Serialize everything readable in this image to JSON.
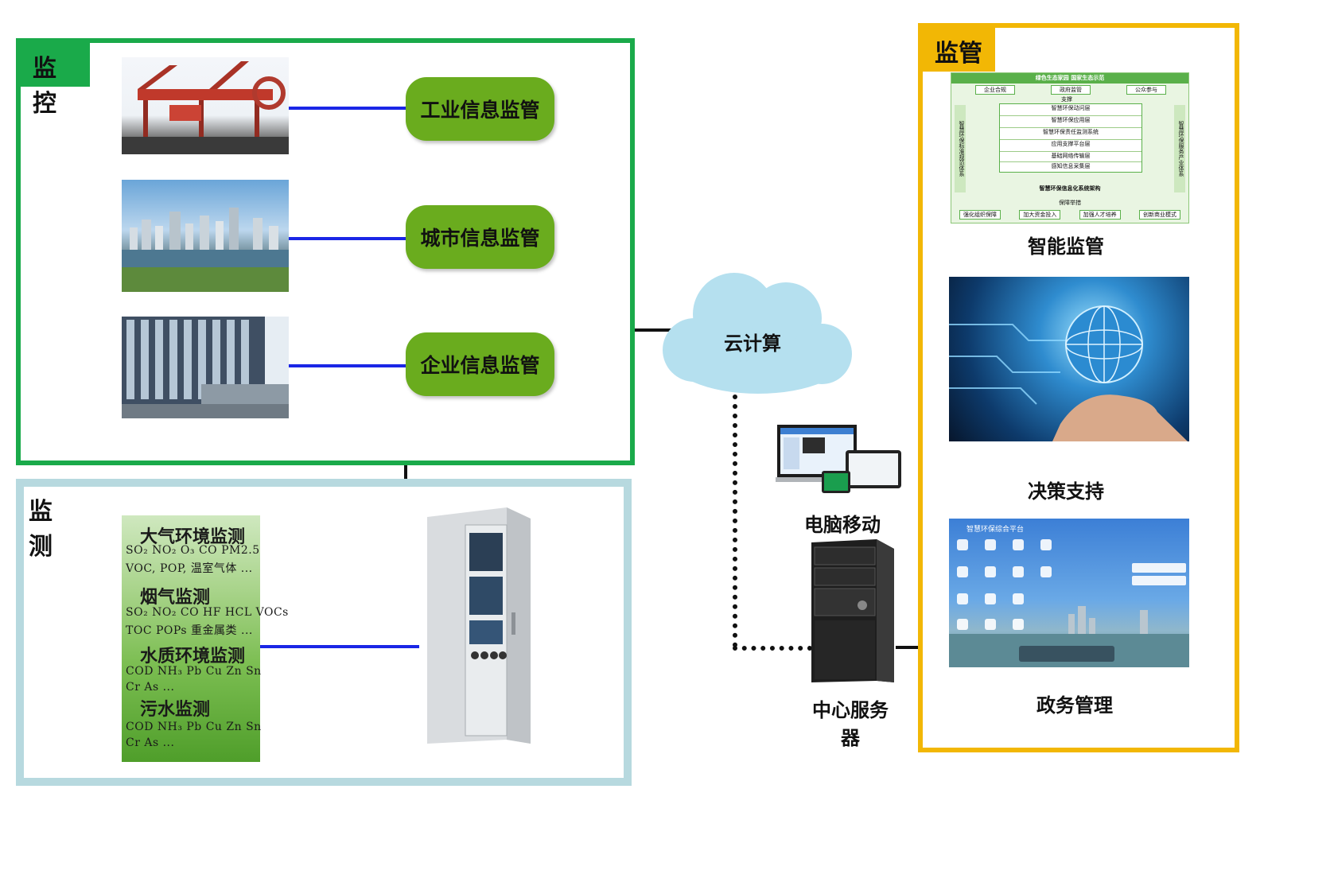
{
  "monitor_control": {
    "tag": "监控",
    "items": [
      {
        "label": "工业信息监管"
      },
      {
        "label": "城市信息监管"
      },
      {
        "label": "企业信息监管"
      }
    ]
  },
  "monitoring": {
    "tag": "监测",
    "groups": [
      {
        "title": "大气环境监测",
        "lines": [
          "SO₂ NO₂ O₃ CO  PM2.5",
          "VOC, POP, 温室气体 ..."
        ]
      },
      {
        "title": "烟气监测",
        "lines": [
          "SO₂ NO₂ CO HF HCL VOCs",
          "TOC POPs 重金属类 ..."
        ]
      },
      {
        "title": "水质环境监测",
        "lines": [
          "COD NH₃ Pb Cu Zn Sn",
          "Cr As ..."
        ]
      },
      {
        "title": "污水监测",
        "lines": [
          "COD NH₃ Pb Cu Zn Sn",
          "Cr As ..."
        ]
      }
    ]
  },
  "cloud": {
    "label": "云计算"
  },
  "devices": {
    "pc_mobile": "电脑移动端",
    "server": "中心服务器"
  },
  "supervision": {
    "tag": "监管",
    "items": [
      {
        "caption": "智能监管"
      },
      {
        "caption": "决策支持"
      },
      {
        "caption": "政务管理"
      }
    ],
    "arch": {
      "top_title": "绿色生态家园      国家生态示范",
      "top_items": [
        "企业合规",
        "政府监管",
        "公众参与"
      ],
      "support": "支撑",
      "left_col": "智慧环保标准规范体系",
      "right_col": "智慧环保服务产业体系",
      "rows": [
        "智慧环保动问层",
        "智慧环保应用层",
        "智慧环保责任监测系统",
        "应用支撑平台层",
        "基础网络传输层",
        "感知信息采集层"
      ],
      "footer": "智慧环保信息化系统架构",
      "guarantee": "保障举措",
      "bottom_items": [
        "强化组织保障",
        "加大资金投入",
        "加强人才培养",
        "创新商业模式"
      ]
    },
    "platform_title": "智慧环保综合平台"
  },
  "colors": {
    "control_border": "#1aaa4a",
    "monitor_border": "#b7d9df",
    "supervision_border": "#f2b705",
    "pill_green": "#6aac1e",
    "link_blue": "#1a26e6",
    "cloud": "#b5e0ef"
  }
}
